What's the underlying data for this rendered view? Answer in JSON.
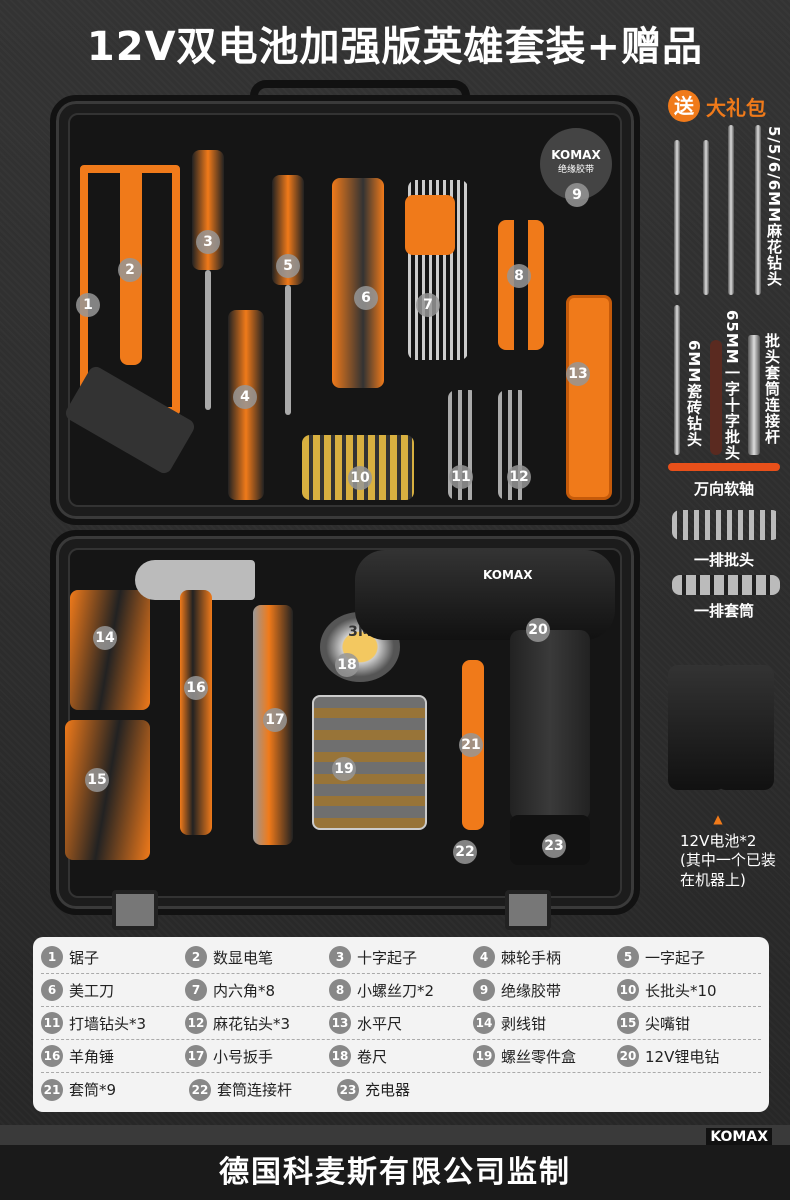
{
  "title": "12V双电池加强版英雄套装+赠品",
  "gift": {
    "badge": "送",
    "label": "大礼包"
  },
  "tape_label": {
    "brand": "KOMAX",
    "text": "绝缘胶带"
  },
  "drill_brand": "KOMAX",
  "tape_measure_mark": "3M",
  "right_panel": {
    "drill_bits": "5/5/6/6MM麻花钻头",
    "tile_bit": "6MM瓷砖钻头",
    "double_bit": "65MM一字十字批头",
    "extension": "批头套筒连接杆",
    "flex_shaft": "万向软轴",
    "bits_row": "一排批头",
    "sockets_row": "一排套筒",
    "battery": "12V电池*2",
    "battery_note": "(其中一个已装在机器上)"
  },
  "legend": [
    [
      "1",
      "锯子"
    ],
    [
      "2",
      "数显电笔"
    ],
    [
      "3",
      "十字起子"
    ],
    [
      "4",
      "棘轮手柄"
    ],
    [
      "5",
      "一字起子"
    ],
    [
      "6",
      "美工刀"
    ],
    [
      "7",
      "内六角*8"
    ],
    [
      "8",
      "小螺丝刀*2"
    ],
    [
      "9",
      "绝缘胶带"
    ],
    [
      "10",
      "长批头*10"
    ],
    [
      "11",
      "打墙钻头*3"
    ],
    [
      "12",
      "麻花钻头*3"
    ],
    [
      "13",
      "水平尺"
    ],
    [
      "14",
      "剥线钳"
    ],
    [
      "15",
      "尖嘴钳"
    ],
    [
      "16",
      "羊角锤"
    ],
    [
      "17",
      "小号扳手"
    ],
    [
      "18",
      "卷尺"
    ],
    [
      "19",
      "螺丝零件盒"
    ],
    [
      "20",
      "12V锂电钻"
    ],
    [
      "21",
      "套筒*9"
    ],
    [
      "22",
      "套筒连接杆"
    ],
    [
      "23",
      "充电器"
    ]
  ],
  "brand": "KOMAX",
  "footer": "德国科麦斯有限公司监制",
  "colors": {
    "accent": "#f07a1a",
    "case": "#1c1c1c",
    "legend_bg": "#f3f3f3"
  }
}
